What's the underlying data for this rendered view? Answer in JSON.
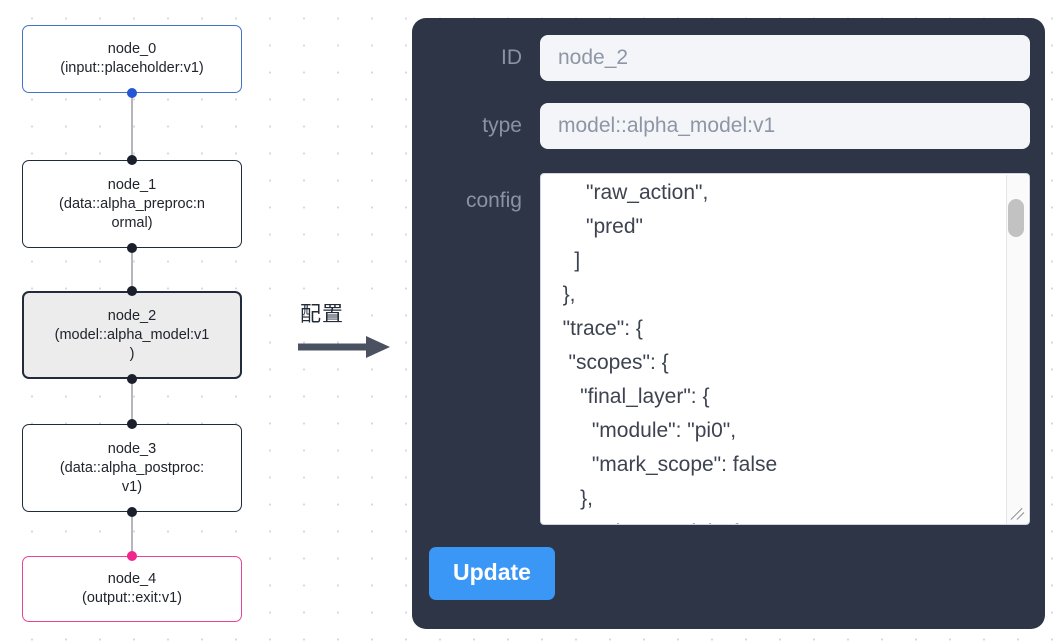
{
  "canvas": {
    "background_color": "#ffffff",
    "dot_grid_color": "#d8d8e0"
  },
  "graph": {
    "nodes": [
      {
        "id": "node_0",
        "type": "(input::placeholder:v1)",
        "border_color": "#4472c4",
        "fill_color": "#ffffff",
        "selected": false
      },
      {
        "id": "node_1",
        "type": "(data::alpha_preproc:n",
        "type_line2": "ormal)",
        "border_color": "#222b3c",
        "fill_color": "#ffffff",
        "selected": false
      },
      {
        "id": "node_2",
        "type": "(model::alpha_model:v1",
        "type_line2": ")",
        "border_color": "#222b3c",
        "fill_color": "#ececec",
        "selected": true
      },
      {
        "id": "node_3",
        "type": "(data::alpha_postproc:",
        "type_line2": "v1)",
        "border_color": "#222b3c",
        "fill_color": "#ffffff",
        "selected": false
      },
      {
        "id": "node_4",
        "type": "(output::exit:v1)",
        "border_color": "#e5449a",
        "fill_color": "#ffffff",
        "selected": false
      }
    ],
    "edges": [
      {
        "from": "node_0",
        "to": "node_1"
      },
      {
        "from": "node_1",
        "to": "node_2"
      },
      {
        "from": "node_2",
        "to": "node_3"
      },
      {
        "from": "node_3",
        "to": "node_4"
      }
    ],
    "handle_colors": {
      "default": "#1a1f2b",
      "node_0_source": "#2556d4",
      "node_4_target": "#f0258e"
    }
  },
  "annotation": {
    "arrow_label": "配置",
    "arrow_icon": "right-arrow-icon",
    "arrow_color": "#4a5160"
  },
  "panel": {
    "background_color": "#2d3547",
    "accent_color": "#3b97f5",
    "fields": [
      {
        "label": "ID",
        "value": "node_2",
        "name": "id-field"
      },
      {
        "label": "type",
        "value": "model::alpha_model:v1",
        "name": "type-field"
      }
    ],
    "config": {
      "label": "config",
      "value": "      \"raw_action\",\n      \"pred\"\n    ]\n  },\n  \"trace\": {\n   \"scopes\": {\n     \"final_layer\": {\n       \"module\": \"pi0\",\n       \"mark_scope\": false\n     },\n     \"action_model\": {",
      "scrollbar": "vertical-scrollbar",
      "resize_grip": "resize-grip-icon"
    },
    "update_button": {
      "label": "Update"
    }
  }
}
